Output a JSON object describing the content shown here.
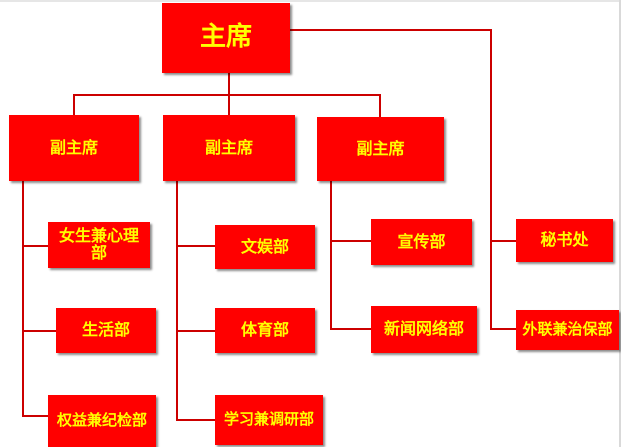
{
  "colors": {
    "box": "#ff0000",
    "text": "#ffff00",
    "line": "#cc0000"
  },
  "root": {
    "label": "主席"
  },
  "vices": [
    {
      "label": "副主席",
      "children": [
        "女生兼心理部",
        "生活部",
        "权益兼纪检部"
      ]
    },
    {
      "label": "副主席",
      "children": [
        "文娱部",
        "体育部",
        "学习兼调研部"
      ]
    },
    {
      "label": "副主席",
      "children": [
        "宣传部",
        "新闻网络部"
      ]
    }
  ],
  "direct": [
    "秘书处",
    "外联兼治保部"
  ]
}
